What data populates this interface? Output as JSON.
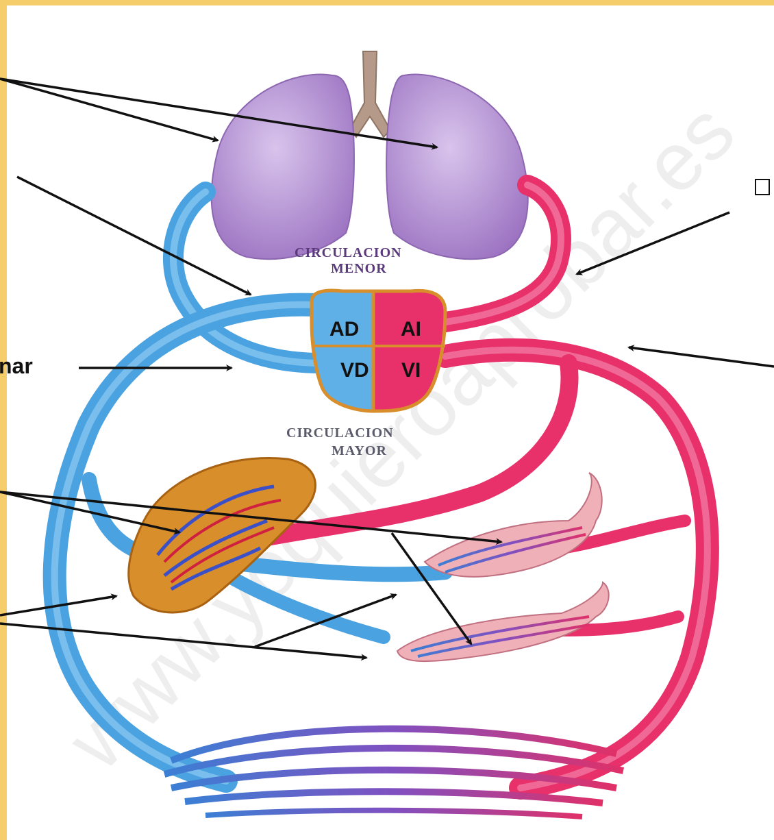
{
  "chambers": {
    "right_atrium": "AD",
    "left_atrium": "AI",
    "right_ventricle": "VD",
    "left_ventricle": "VI"
  },
  "circulation_labels": {
    "minor_line1": "CIRCULACION",
    "minor_line2": "MENOR",
    "major_line1": "CIRCULACION",
    "major_line2": "MAYOR"
  },
  "side_labels": {
    "left_partial": "nar"
  },
  "watermark": "www.yoquieroaprobar.es",
  "colors": {
    "frame": "#f5cd6a",
    "oxygenated": "#e8306a",
    "deoxygenated": "#4aa2e0",
    "lungs": "#a884c8",
    "arrow": "#111111"
  }
}
